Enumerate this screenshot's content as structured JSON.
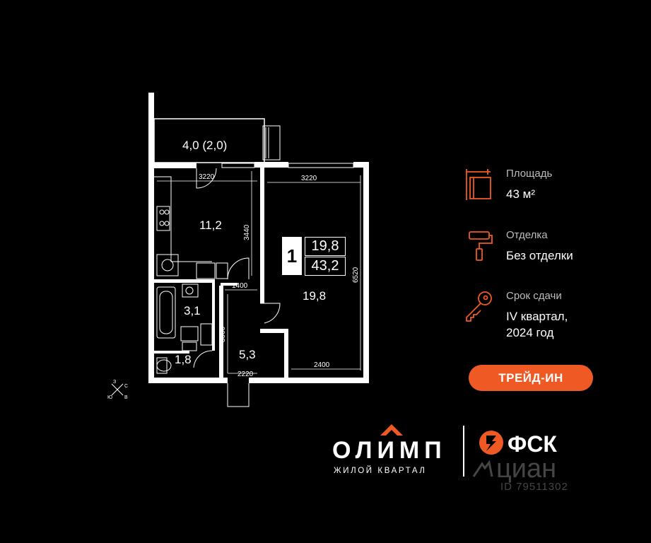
{
  "rooms": {
    "balcony": "4,0 (2,0)",
    "kitchen": "11,2",
    "bathroom": "3,1",
    "toilet": "1,8",
    "hall": "5,3",
    "living": "19,8"
  },
  "dimensions": {
    "kitchen_width": "3220",
    "kitchen_depth": "3440",
    "living_width": "3220",
    "living_depth": "6520",
    "living_bottom": "2400",
    "hall_width": "1400",
    "hall_depth": "3000",
    "hall_bottom": "2220"
  },
  "badge": {
    "rooms": "1",
    "living_area": "19,8",
    "total_area": "43,2"
  },
  "info": {
    "area_label": "Площадь",
    "area_value": "43 м²",
    "finish_label": "Отделка",
    "finish_value": "Без отделки",
    "deadline_label": "Срок сдачи",
    "deadline_line1": "IV квартал,",
    "deadline_line2": "2024 год"
  },
  "trade_in_label": "ТРЕЙД-ИН",
  "compass": {
    "n": "З",
    "e": "С",
    "s": "В",
    "w": "Ю"
  },
  "logos": {
    "olimp_name": "ОЛИМП",
    "olimp_sub": "ЖИЛОЙ КВАРТАЛ",
    "fsk_name": "ФСК",
    "watermark_name": "циан",
    "watermark_id": "ID 79511302"
  },
  "colors": {
    "accent": "#ef5a24",
    "background": "#000000",
    "text": "#ffffff"
  }
}
